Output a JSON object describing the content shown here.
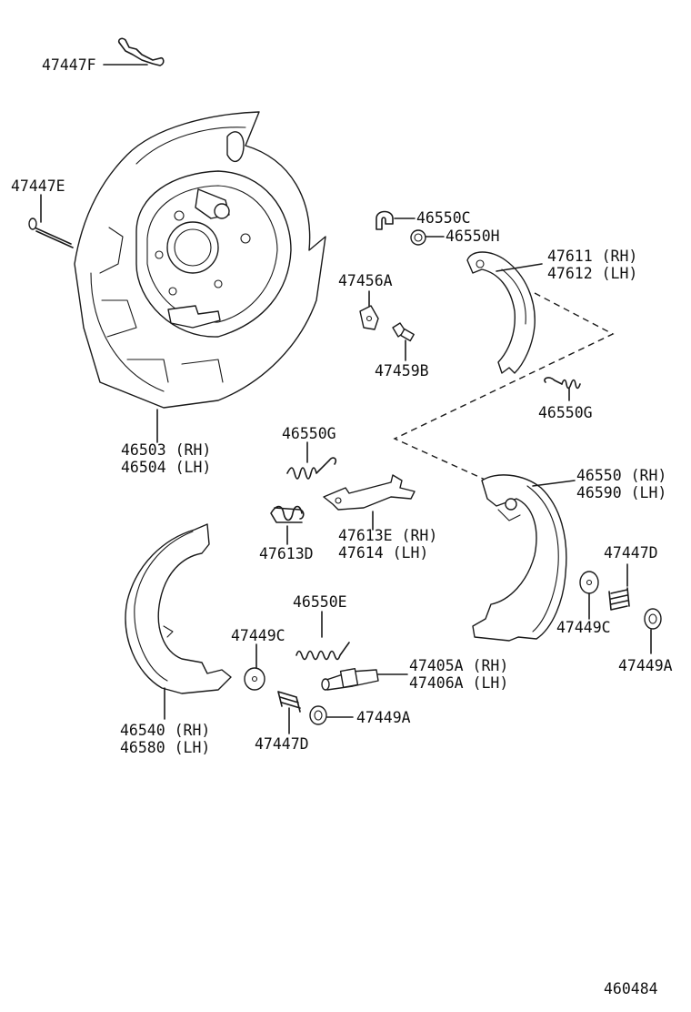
{
  "diagram_id": "460484",
  "labels": {
    "p47447F": "47447F",
    "p47447E": "47447E",
    "p46503": "46503 (RH)",
    "p46504": "46504 (LH)",
    "p46550C": "46550C",
    "p46550H": "46550H",
    "p47456A": "47456A",
    "p47459B": "47459B",
    "p47611": "47611 (RH)",
    "p47612": "47612 (LH)",
    "p46550G_right": "46550G",
    "p46550G_mid": "46550G",
    "p47613D": "47613D",
    "p47613E": "47613E (RH)",
    "p47614": "47614  (LH)",
    "p46550": "46550 (RH)",
    "p46590": "46590 (LH)",
    "p47447D_right": "47447D",
    "p47449C_right": "47449C",
    "p47449A_right": "47449A",
    "p46550E": "46550E",
    "p47449C_left": "47449C",
    "p47405A": "47405A (RH)",
    "p47406A": "47406A (LH)",
    "p47447D_left": "47447D",
    "p47449A_left": "47449A",
    "p46540": "46540 (RH)",
    "p46580": "46580 (LH)"
  }
}
